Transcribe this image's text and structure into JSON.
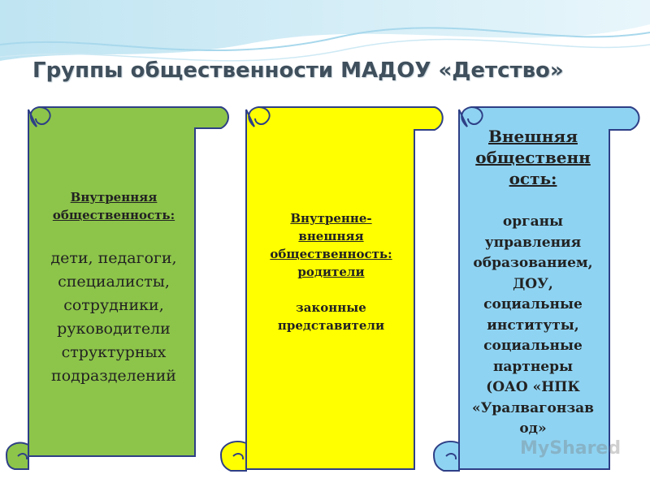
{
  "slide": {
    "title": "Группы общественности МАДОУ «Детство»"
  },
  "colors": {
    "scroll_green": "#8dc54a",
    "scroll_yellow": "#ffff00",
    "scroll_blue": "#8fd3f2",
    "scroll_border": "#2e3f86",
    "title_color": "#3f4f5c"
  },
  "scrolls": [
    {
      "header": "Внутренняя общественность:",
      "body": "дети, педагоги, специалисты, сотрудники, руководители структурных подразделений"
    },
    {
      "header_lines": [
        "Внутренне-",
        "внешняя",
        "общественность:",
        "родители"
      ],
      "body_lines": [
        "законные",
        "представители"
      ]
    },
    {
      "header_lines": [
        "Внешняя",
        "общественн",
        "ость:"
      ],
      "body_lines": [
        "органы",
        "управления",
        "образованием,",
        "ДОУ,",
        "социальные",
        "институты,",
        "социальные",
        "партнеры",
        "(ОАО «НПК",
        "«Уралвагонзав",
        "од»"
      ]
    }
  ],
  "watermark": "MyShared"
}
